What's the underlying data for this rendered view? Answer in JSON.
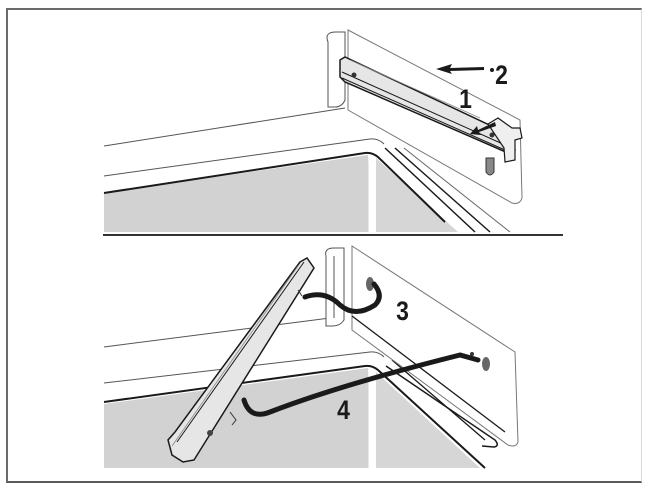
{
  "diagram": {
    "type": "installation-instructions",
    "panels": [
      {
        "id": "top",
        "description": "Rail mounted on side wall; release latch then slide rail out",
        "steps": [
          {
            "number": "1",
            "action": "press release tab (arrow down-left)"
          },
          {
            "number": "2",
            "action": "pull rail forward (arrow left)"
          }
        ]
      },
      {
        "id": "bottom",
        "description": "Rail tilted down and unhooked from wall mounting holes",
        "steps": [
          {
            "number": "3",
            "action": "unhook rear hook from upper hole"
          },
          {
            "number": "4",
            "action": "unhook from lower hole"
          }
        ]
      }
    ],
    "labels": {
      "step1": "1",
      "step2": "2",
      "step3": "3",
      "step4": "4"
    },
    "colors": {
      "line": "#1a1a1a",
      "cavity_fill": "#d2d2d2",
      "rail_fill": "#e6e6e6",
      "border": "#6a6a6a"
    }
  }
}
